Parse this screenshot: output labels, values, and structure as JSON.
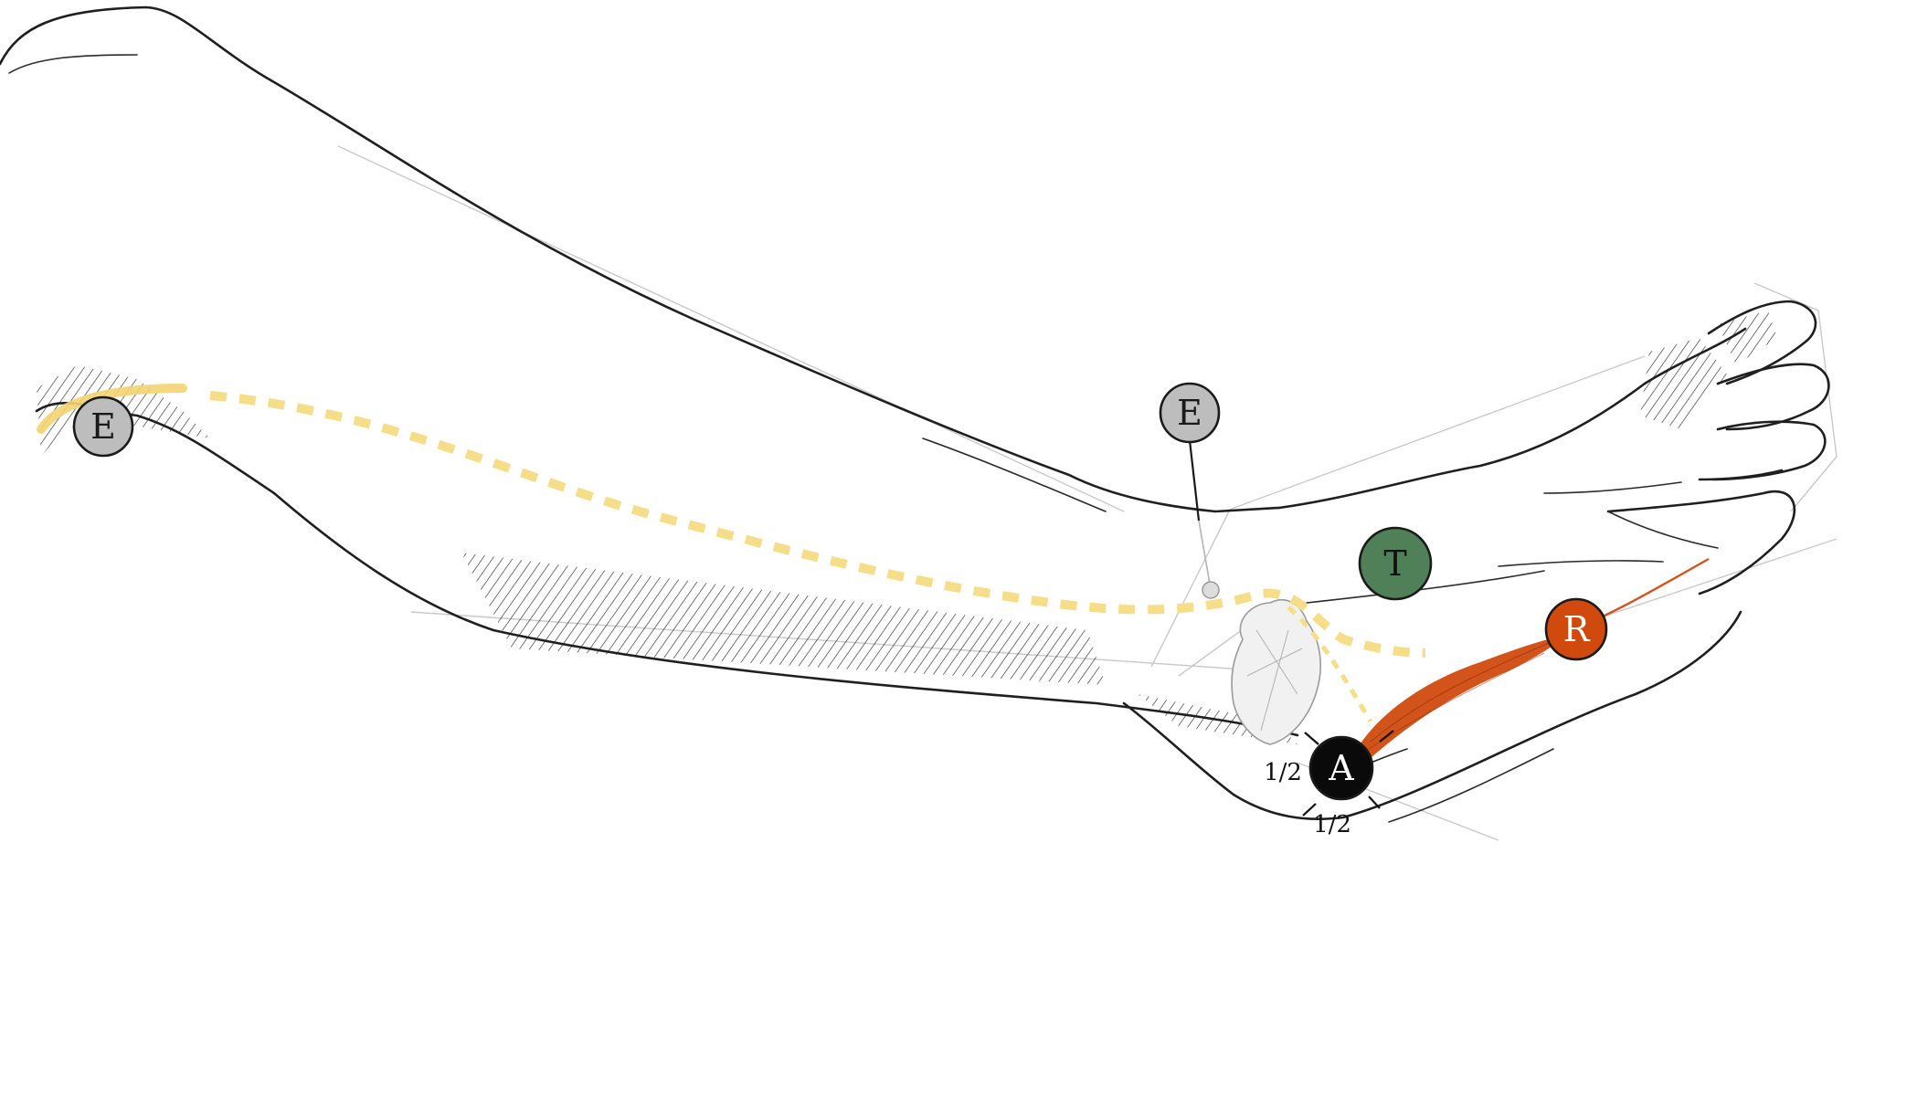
{
  "markers": {
    "e_upper": {
      "label": "E",
      "fill": "#bdbdbd",
      "text_color": "#1a1a1a"
    },
    "e_elbow": {
      "label": "E",
      "fill": "#bdbdbd",
      "text_color": "#1a1a1a"
    },
    "t": {
      "label": "T",
      "fill": "#4f8057",
      "text_color": "#111111"
    },
    "r": {
      "label": "R",
      "fill": "#cf4a0c",
      "text_color": "#ffffff"
    },
    "a": {
      "label": "A",
      "fill": "#0a0a0a",
      "text_color": "#ffffff"
    }
  },
  "ratios": {
    "left": "1/2",
    "bottom": "1/2"
  },
  "colors": {
    "nerve_dash": "#f6dd8a",
    "muscle": "#d2541a",
    "outline": "#1f1f1f",
    "guide": "#c9c9c9"
  }
}
